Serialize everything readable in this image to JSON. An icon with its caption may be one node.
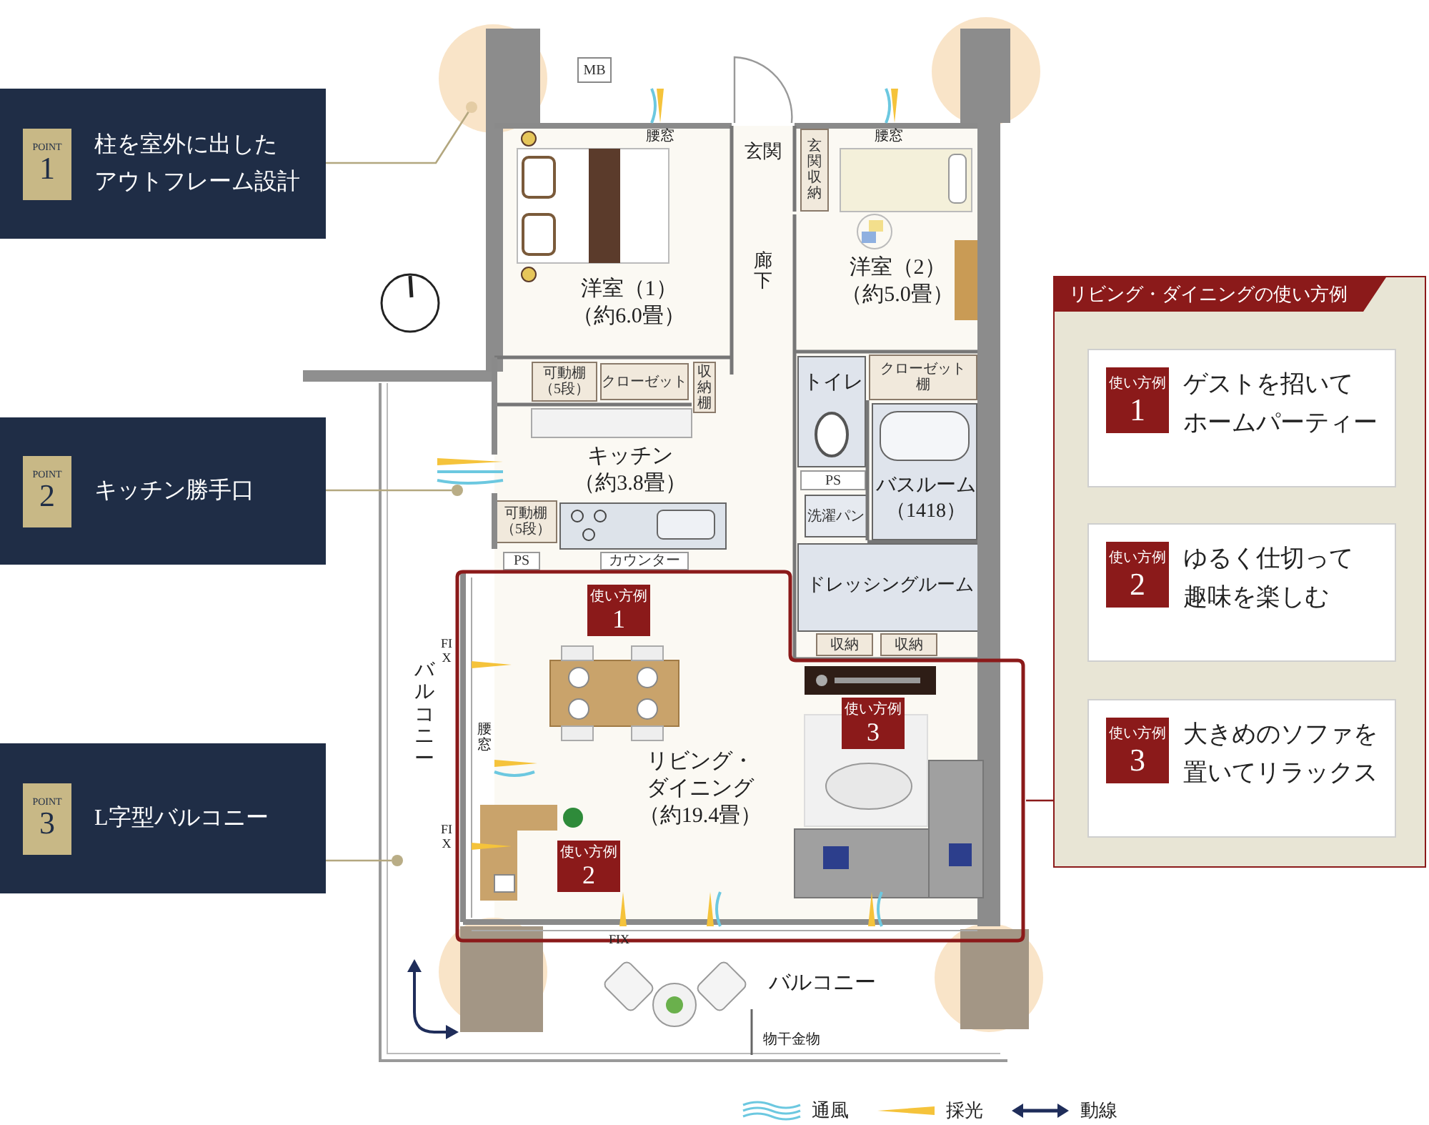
{
  "diagram": {
    "nodes": [
      {
        "text": [
          "POINT",
          "1",
          "柱を室外に出したアウトフレーム設計"
        ]
      },
      {
        "text": [
          "POINT",
          "2",
          "キッチン勝手口"
        ]
      },
      {
        "text": [
          "POINT",
          "3",
          "L字型バルコニー"
        ]
      },
      {
        "text": [],
        "shape": "circle"
      },
      {
        "text": [],
        "shape": "circle"
      },
      {
        "text": [],
        "shape": "circle"
      },
      {
        "text": [
          "リビング・ダイニングの使い方例"
        ]
      },
      {
        "text": [
          "使い方例",
          "1",
          "ゲストを招いてホームパーティー"
        ],
        "in": 6
      },
      {
        "text": [
          "使い方例",
          "2",
          "ゆるく仕切って趣味を楽しむ"
        ],
        "in": 6
      },
      {
        "text": [
          "使い方例",
          "3",
          "大きめのソファを置いてリラックス"
        ],
        "in": 6
      },
      {
        "text": [
          "リビング・ダイニング",
          "（約19.4畳）"
        ]
      },
      {
        "text": [
          "使い方例",
          "1"
        ],
        "in": 10
      },
      {
        "text": [
          "使い方例",
          "2"
        ],
        "in": 10
      },
      {
        "text": [
          "使い方例",
          "3"
        ],
        "in": 10
      },
      {
        "text": [
          "洋室（1）",
          "（約6.0畳）"
        ]
      },
      {
        "text": [
          "玄関"
        ]
      },
      {
        "text": [
          "玄関収納"
        ]
      },
      {
        "text": [
          "廊下"
        ]
      },
      {
        "text": [
          "洋室（2）",
          "（約5.0畳）"
        ]
      },
      {
        "text": [
          "可動棚（5段）"
        ]
      },
      {
        "text": [
          "クローゼット"
        ]
      },
      {
        "text": [
          "収納棚"
        ]
      },
      {
        "text": [
          "トイレ"
        ]
      },
      {
        "text": [
          "クローゼット",
          "棚"
        ]
      },
      {
        "text": [
          "キッチン",
          "（約3.8畳）"
        ]
      },
      {
        "text": [
          "可動棚（5段）"
        ]
      },
      {
        "text": [
          "カウンター"
        ]
      },
      {
        "text": [
          "PS"
        ]
      },
      {
        "text": [
          "PS"
        ]
      },
      {
        "text": [
          "洗濯パン"
        ]
      },
      {
        "text": [
          "バスルーム",
          "（1418）"
        ]
      },
      {
        "text": [
          "ドレッシングルーム"
        ]
      },
      {
        "text": [
          "収納"
        ]
      },
      {
        "text": [
          "収納"
        ]
      },
      {
        "text": [
          "MB"
        ]
      }
    ],
    "edges": [
      {
        "from": 0,
        "to": 3,
        "arrow": "none"
      },
      {
        "from": 1,
        "to": 4,
        "arrow": "none"
      },
      {
        "from": 2,
        "to": 5,
        "arrow": "none"
      },
      {
        "from": 6,
        "to": 10,
        "arrow": "none",
        "color": "#8b1a1a"
      }
    ],
    "labels": [
      "腰窓",
      "腰窓",
      "FIX",
      "バルコニー",
      "腰窓",
      "FIX",
      "FIX",
      "バルコニー",
      "物干金物"
    ],
    "legend": [
      {
        "text": "通風"
      },
      {
        "text": "採光"
      },
      {
        "text": "動線"
      }
    ]
  }
}
